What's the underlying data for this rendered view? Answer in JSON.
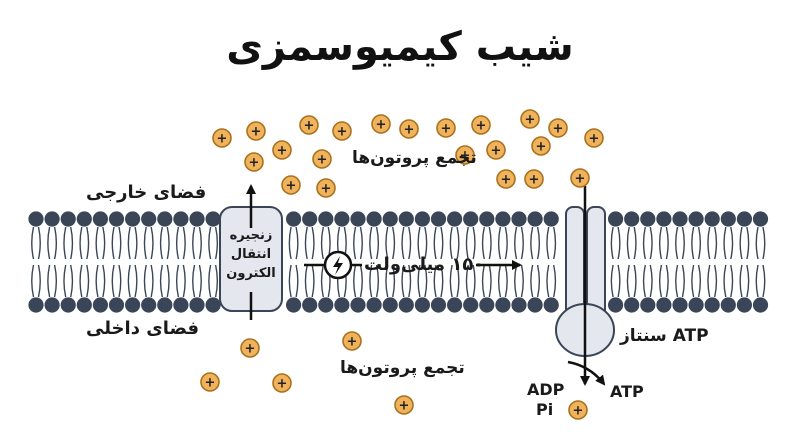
{
  "title": "شیب کیمیوسمزی",
  "labels": {
    "outer_space": "فضای خارجی",
    "inner_space": "فضای داخلی",
    "proton_accumulation_top": "تجمع پروتون‌ها",
    "proton_accumulation_bottom": "تجمع پروتون‌ها",
    "voltage": "۱۵۰ میلی‌ولت",
    "atp_synthase": "ATP سنتاز",
    "adp": "ADP",
    "pi": "Pi",
    "atp": "ATP"
  },
  "etc_lines": [
    "زنجیره",
    "انتقال",
    "الکترون"
  ],
  "proton_symbol": "+",
  "colors": {
    "membrane_head": "#3b4558",
    "membrane_tail": "#3b4558",
    "proton_fill": "#f0b35c",
    "proton_stroke": "#a8721e",
    "protein_fill": "#e4e7ee",
    "protein_stroke": "#3b4558",
    "arrow": "#111111"
  }
}
